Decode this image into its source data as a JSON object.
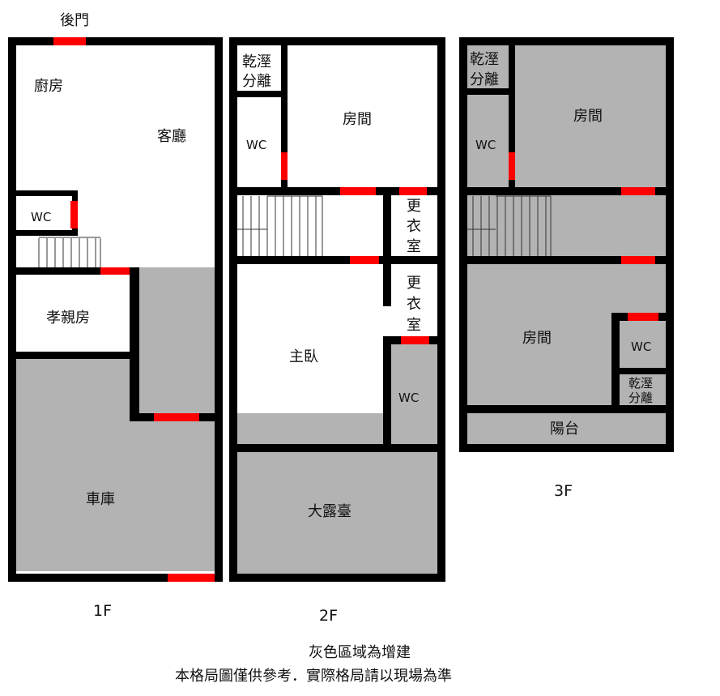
{
  "back_door": "後門",
  "floor1": {
    "label": "1F",
    "kitchen": "廚房",
    "living": "客廳",
    "wc": "WC",
    "elder_room": "孝親房",
    "garage": "車庫"
  },
  "floor2": {
    "label": "2F",
    "dry_wet_line1": "乾溼",
    "dry_wet_line2": "分離",
    "wc_top": "WC",
    "room": "房間",
    "closet1": [
      "更",
      "衣",
      "室"
    ],
    "closet2": [
      "更",
      "衣",
      "室"
    ],
    "master": "主臥",
    "wc_bottom": "WC",
    "terrace": "大露臺"
  },
  "floor3": {
    "label": "3F",
    "dry_wet_top_line1": "乾溼",
    "dry_wet_top_line2": "分離",
    "wc_top": "WC",
    "room_top": "房間",
    "room_bottom": "房間",
    "wc_bottom": "WC",
    "dry_wet_bottom_line1": "乾溼",
    "dry_wet_bottom_line2": "分離",
    "balcony": "陽台"
  },
  "notes": {
    "line1": "灰色區域為增建",
    "line2": "本格局圖僅供參考．實際格局請以現場為準"
  },
  "colors": {
    "wall": "#000000",
    "addition": "#b3b3b3",
    "door": "#ff0000",
    "original": "#ffffff"
  }
}
